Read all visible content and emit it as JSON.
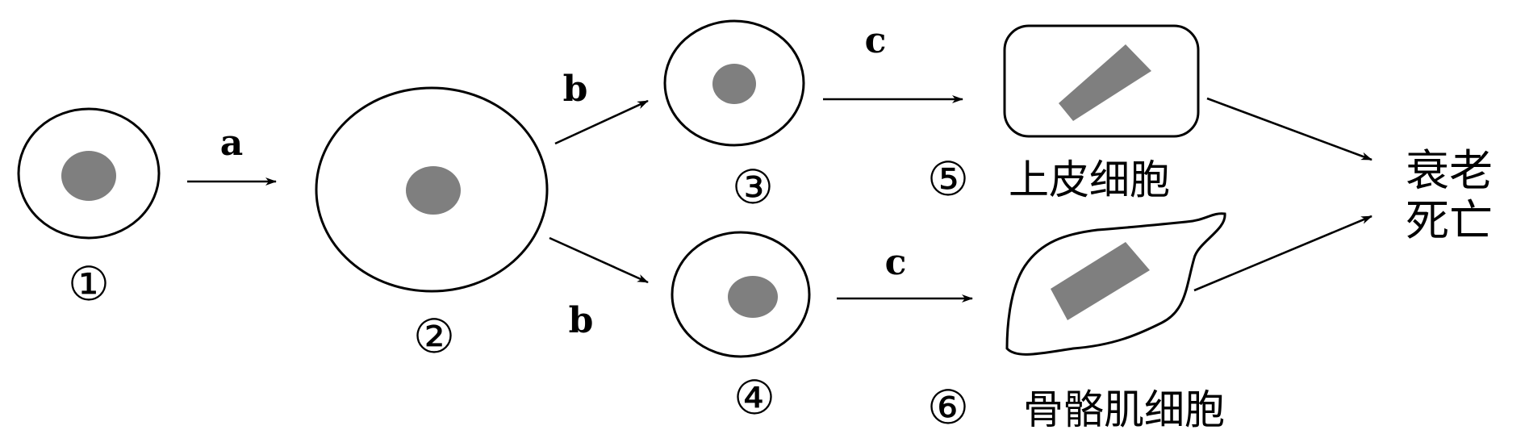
{
  "labels": {
    "cell1": "①",
    "cell2": "②",
    "cell3": "③",
    "cell4": "④",
    "cell5": "⑤",
    "cell6": "⑥",
    "process_a": "a",
    "process_b_top": "b",
    "process_b_bottom": "b",
    "process_c_top": "c",
    "process_c_bottom": "c",
    "epithelial": "上皮细胞",
    "skeletal_muscle": "骨骼肌细胞",
    "end_line1": "衰老",
    "end_line2": "死亡"
  },
  "colors": {
    "nucleus": "#7f7f7f",
    "stroke": "#000000",
    "background": "#ffffff"
  }
}
